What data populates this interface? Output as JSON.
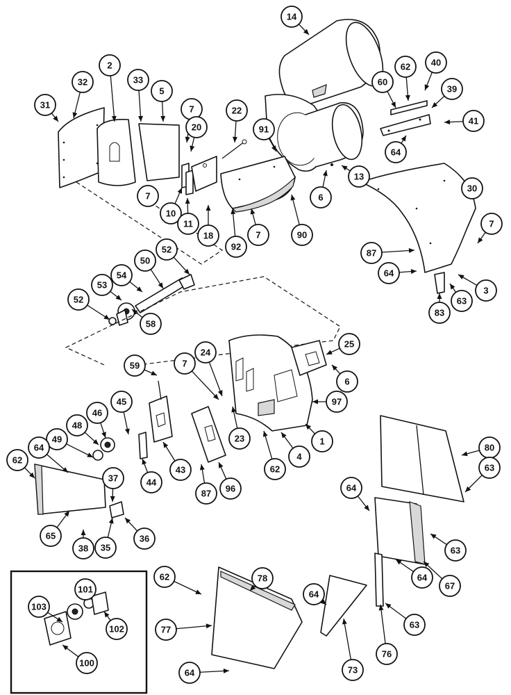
{
  "diagram": {
    "callouts": [
      {
        "id": "c14",
        "label": "14"
      },
      {
        "id": "c32",
        "label": "32"
      },
      {
        "id": "c2",
        "label": "2"
      },
      {
        "id": "c33",
        "label": "33"
      },
      {
        "id": "c5",
        "label": "5"
      },
      {
        "id": "c31",
        "label": "31"
      },
      {
        "id": "c7a",
        "label": "7"
      },
      {
        "id": "c22",
        "label": "22"
      },
      {
        "id": "c20",
        "label": "20"
      },
      {
        "id": "c62a",
        "label": "62"
      },
      {
        "id": "c40",
        "label": "40"
      },
      {
        "id": "c60",
        "label": "60"
      },
      {
        "id": "c39",
        "label": "39"
      },
      {
        "id": "c41",
        "label": "41"
      },
      {
        "id": "c91",
        "label": "91"
      },
      {
        "id": "c64a",
        "label": "64"
      },
      {
        "id": "c13",
        "label": "13"
      },
      {
        "id": "c7b",
        "label": "7"
      },
      {
        "id": "c10",
        "label": "10"
      },
      {
        "id": "c6a",
        "label": "6"
      },
      {
        "id": "c30",
        "label": "30"
      },
      {
        "id": "c11",
        "label": "11"
      },
      {
        "id": "c18",
        "label": "18"
      },
      {
        "id": "c92",
        "label": "92"
      },
      {
        "id": "c7c",
        "label": "7"
      },
      {
        "id": "c90",
        "label": "90"
      },
      {
        "id": "c7d",
        "label": "7"
      },
      {
        "id": "c87a",
        "label": "87"
      },
      {
        "id": "c52a",
        "label": "52"
      },
      {
        "id": "c50",
        "label": "50"
      },
      {
        "id": "c64b",
        "label": "64"
      },
      {
        "id": "c54",
        "label": "54"
      },
      {
        "id": "c3",
        "label": "3"
      },
      {
        "id": "c53",
        "label": "53"
      },
      {
        "id": "c63a",
        "label": "63"
      },
      {
        "id": "c52b",
        "label": "52"
      },
      {
        "id": "c58",
        "label": "58"
      },
      {
        "id": "c83",
        "label": "83"
      },
      {
        "id": "c25",
        "label": "25"
      },
      {
        "id": "c24",
        "label": "24"
      },
      {
        "id": "c7e",
        "label": "7"
      },
      {
        "id": "c6b",
        "label": "6"
      },
      {
        "id": "c59",
        "label": "59"
      },
      {
        "id": "c97",
        "label": "97"
      },
      {
        "id": "c45",
        "label": "45"
      },
      {
        "id": "c46",
        "label": "46"
      },
      {
        "id": "c48",
        "label": "48"
      },
      {
        "id": "c23",
        "label": "23"
      },
      {
        "id": "c1",
        "label": "1"
      },
      {
        "id": "c49",
        "label": "49"
      },
      {
        "id": "c64c",
        "label": "64"
      },
      {
        "id": "c4",
        "label": "4"
      },
      {
        "id": "c80",
        "label": "80"
      },
      {
        "id": "c62b",
        "label": "62"
      },
      {
        "id": "c44",
        "label": "44"
      },
      {
        "id": "c43",
        "label": "43"
      },
      {
        "id": "c62c",
        "label": "62"
      },
      {
        "id": "c96",
        "label": "96"
      },
      {
        "id": "c63b",
        "label": "63"
      },
      {
        "id": "c37",
        "label": "37"
      },
      {
        "id": "c87b",
        "label": "87"
      },
      {
        "id": "c64d",
        "label": "64"
      },
      {
        "id": "c65",
        "label": "65"
      },
      {
        "id": "c38",
        "label": "38"
      },
      {
        "id": "c35",
        "label": "35"
      },
      {
        "id": "c36",
        "label": "36"
      },
      {
        "id": "c63c",
        "label": "63"
      },
      {
        "id": "c67",
        "label": "67"
      },
      {
        "id": "c64e",
        "label": "64"
      },
      {
        "id": "c101",
        "label": "101"
      },
      {
        "id": "c62d",
        "label": "62"
      },
      {
        "id": "c78",
        "label": "78"
      },
      {
        "id": "c103",
        "label": "103"
      },
      {
        "id": "c64f",
        "label": "64"
      },
      {
        "id": "c63d",
        "label": "63"
      },
      {
        "id": "c102",
        "label": "102"
      },
      {
        "id": "c77",
        "label": "77"
      },
      {
        "id": "c100",
        "label": "100"
      },
      {
        "id": "c73",
        "label": "73"
      },
      {
        "id": "c76",
        "label": "76"
      },
      {
        "id": "c64g",
        "label": "64"
      }
    ]
  }
}
